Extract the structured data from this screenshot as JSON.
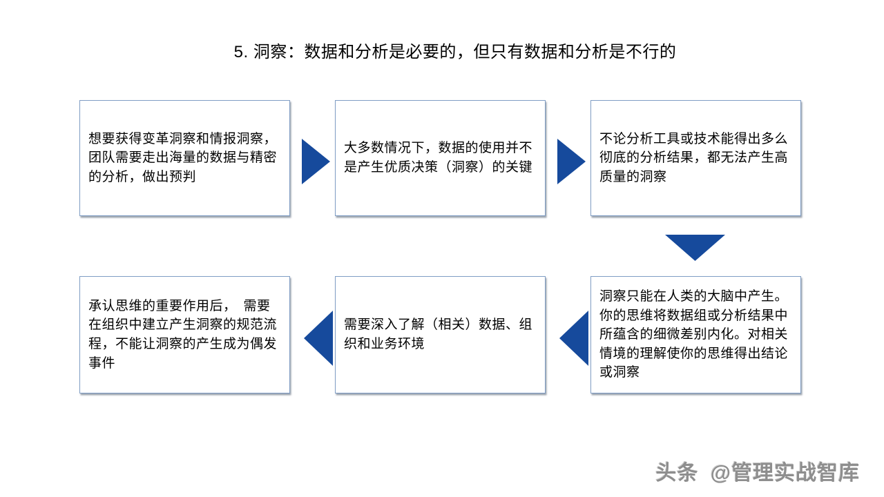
{
  "title": "5. 洞察：数据和分析是必要的，但只有数据和分析是不行的",
  "colors": {
    "arrow": "#164a9c",
    "box-border": "#7f9dc4",
    "text": "#000000",
    "watermark": "#8e8e8e",
    "background": "#ffffff"
  },
  "flow": {
    "boxes": [
      {
        "step": 1,
        "row": "top",
        "text": "想要获得变革洞察和情报洞察，团队需要走出海量的数据与精密的分析，做出预判"
      },
      {
        "step": 2,
        "row": "top",
        "text": "大多数情况下，数据的使用并不是产生优质决策（洞察）的关键"
      },
      {
        "step": 3,
        "row": "top",
        "text": "不论分析工具或技术能得出多么彻底的分析结果，都无法产生高质量的洞察"
      },
      {
        "step": 4,
        "row": "bottom",
        "text": "洞察只能在人类的大脑中产生。你的思维将数据组或分析结果中所蕴含的细微差别内化。对相关情境的理解使你的思维得出结论或洞察"
      },
      {
        "step": 5,
        "row": "bottom",
        "text": "需要深入了解（相关）数据、组织和业务环境"
      },
      {
        "step": 6,
        "row": "bottom",
        "text": "承认思维的重要作用后，　需要在组织中建立产生洞察的规范流程，不能让洞察的产生成为偶发事件"
      }
    ],
    "arrows": [
      "right",
      "right",
      "down",
      "left",
      "left"
    ]
  },
  "watermark": {
    "brand": "头条",
    "handle": "@管理实战智库"
  }
}
